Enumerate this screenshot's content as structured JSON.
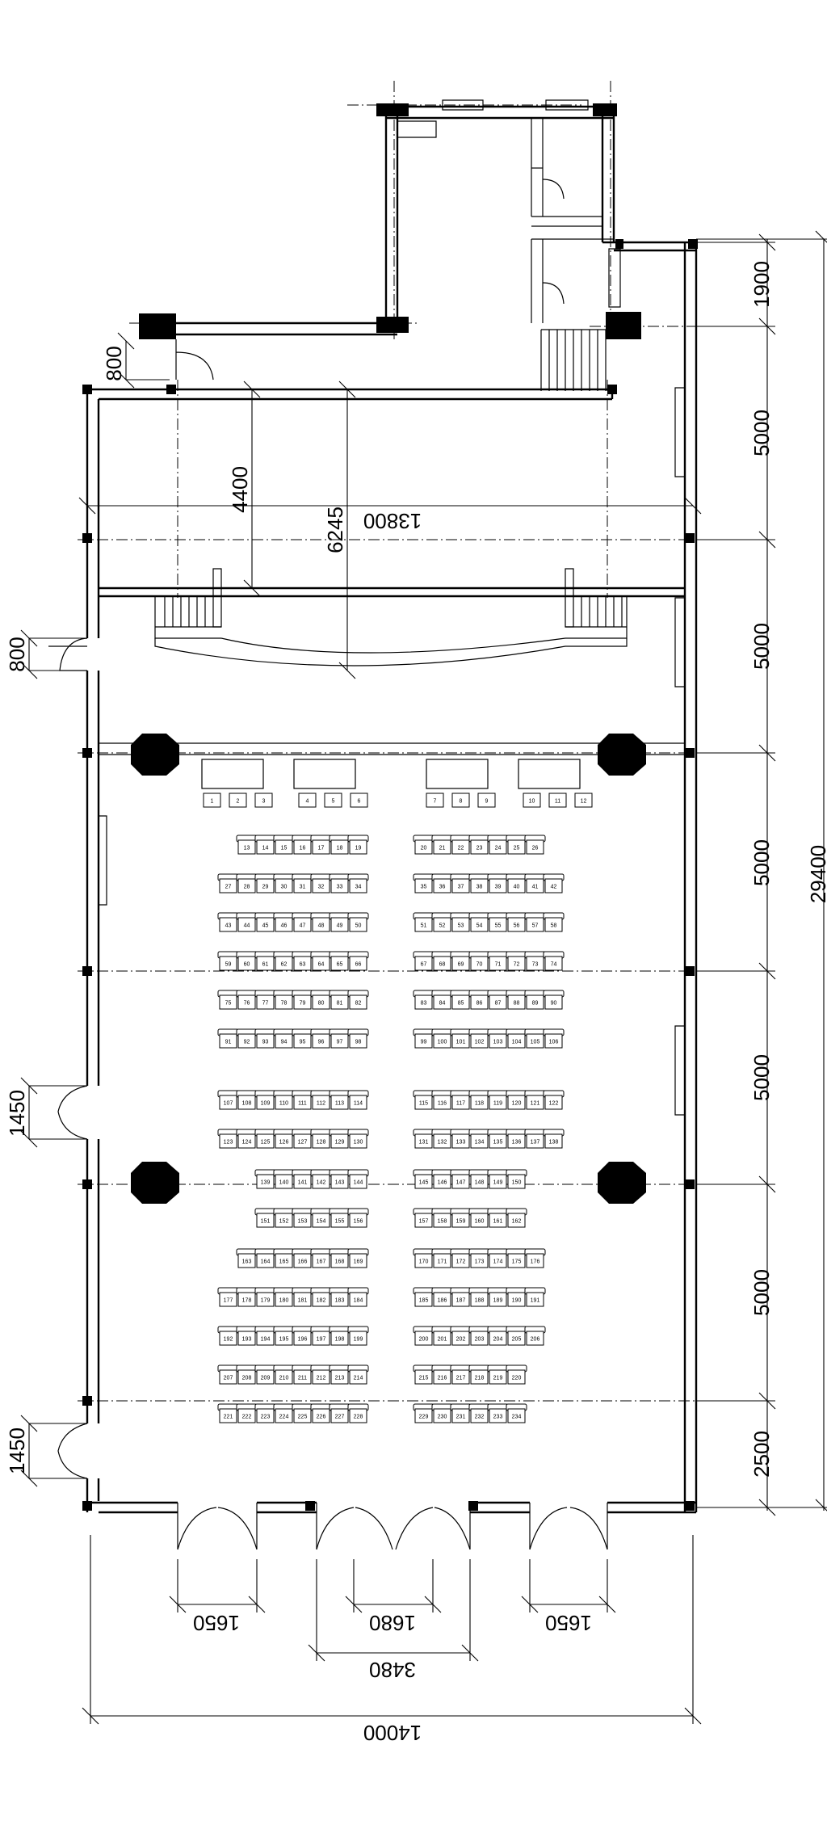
{
  "dimensions": {
    "right_top": "1900",
    "right_1": "5000",
    "right_2": "5000",
    "right_3": "5000",
    "right_4": "5000",
    "right_5": "5000",
    "right_bottom": "2500",
    "right_total": "29400",
    "left_door_top": "800",
    "left_door_mid": "800",
    "left_door_1": "1450",
    "left_door_2": "1450",
    "stage_width": "13800",
    "stage_depth_a": "4400",
    "stage_depth_b": "6245",
    "bottom_door_left": "1650",
    "bottom_door_mid": "1680",
    "bottom_door_right": "1650",
    "bottom_door_span": "3480",
    "bottom_total": "14000"
  },
  "seating": {
    "front_rows": [
      [
        "1",
        "2",
        "3",
        "4",
        "5",
        "6"
      ],
      [
        "7",
        "8",
        "9",
        "10",
        "11",
        "12"
      ]
    ],
    "rows": [
      {
        "left": [
          "13",
          "14",
          "15",
          "16",
          "17",
          "18",
          "19"
        ],
        "right": [
          "20",
          "21",
          "22",
          "23",
          "24",
          "25",
          "26"
        ]
      },
      {
        "left": [
          "27",
          "28",
          "29",
          "30",
          "31",
          "32",
          "33",
          "34"
        ],
        "right": [
          "35",
          "36",
          "37",
          "38",
          "39",
          "40",
          "41",
          "42"
        ]
      },
      {
        "left": [
          "43",
          "44",
          "45",
          "46",
          "47",
          "48",
          "49",
          "50"
        ],
        "right": [
          "51",
          "52",
          "53",
          "54",
          "55",
          "56",
          "57",
          "58"
        ]
      },
      {
        "left": [
          "59",
          "60",
          "61",
          "62",
          "63",
          "64",
          "65",
          "66"
        ],
        "right": [
          "67",
          "68",
          "69",
          "70",
          "71",
          "72",
          "73",
          "74"
        ]
      },
      {
        "left": [
          "75",
          "76",
          "77",
          "78",
          "79",
          "80",
          "81",
          "82"
        ],
        "right": [
          "83",
          "84",
          "85",
          "86",
          "87",
          "88",
          "89",
          "90"
        ]
      },
      {
        "left": [
          "91",
          "92",
          "93",
          "94",
          "95",
          "96",
          "97",
          "98"
        ],
        "right": [
          "99",
          "100",
          "101",
          "102",
          "103",
          "104",
          "105",
          "106"
        ]
      },
      {
        "left": [
          "107",
          "108",
          "109",
          "110",
          "111",
          "112",
          "113",
          "114"
        ],
        "right": [
          "115",
          "116",
          "117",
          "118",
          "119",
          "120",
          "121",
          "122"
        ]
      },
      {
        "left": [
          "123",
          "124",
          "125",
          "126",
          "127",
          "128",
          "129",
          "130"
        ],
        "right": [
          "131",
          "132",
          "133",
          "134",
          "135",
          "136",
          "137",
          "138"
        ]
      },
      {
        "left": [
          "139",
          "140",
          "141",
          "142",
          "143",
          "144"
        ],
        "right": [
          "145",
          "146",
          "147",
          "148",
          "149",
          "150"
        ]
      },
      {
        "left": [
          "151",
          "152",
          "153",
          "154",
          "155",
          "156"
        ],
        "right": [
          "157",
          "158",
          "159",
          "160",
          "161",
          "162"
        ]
      },
      {
        "left": [
          "163",
          "164",
          "165",
          "166",
          "167",
          "168",
          "169"
        ],
        "right": [
          "170",
          "171",
          "172",
          "173",
          "174",
          "175",
          "176"
        ]
      },
      {
        "left": [
          "177",
          "178",
          "179",
          "180",
          "181",
          "182",
          "183",
          "184"
        ],
        "right": [
          "185",
          "186",
          "187",
          "188",
          "189",
          "190",
          "191"
        ]
      },
      {
        "left": [
          "192",
          "193",
          "194",
          "195",
          "196",
          "197",
          "198",
          "199"
        ],
        "right": [
          "200",
          "201",
          "202",
          "203",
          "204",
          "205",
          "206"
        ]
      },
      {
        "left": [
          "207",
          "208",
          "209",
          "210",
          "211",
          "212",
          "213",
          "214"
        ],
        "right": [
          "215",
          "216",
          "217",
          "218",
          "219",
          "220"
        ]
      },
      {
        "left": [
          "221",
          "222",
          "223",
          "224",
          "225",
          "226",
          "227",
          "228"
        ],
        "right": [
          "229",
          "230",
          "231",
          "232",
          "233",
          "234"
        ]
      }
    ]
  }
}
